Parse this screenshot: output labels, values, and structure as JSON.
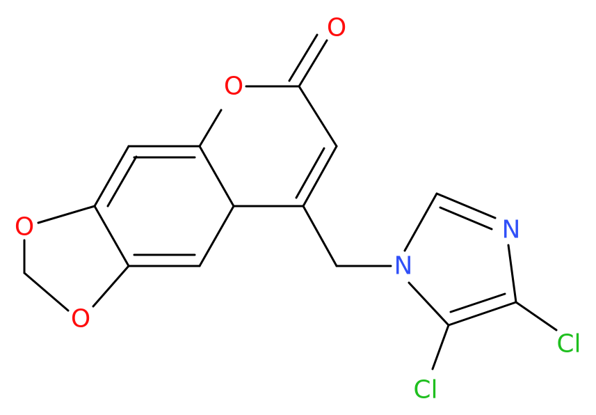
{
  "molecule": {
    "colors": {
      "bond": "#000000",
      "oxygen": "#ff0d0d",
      "nitrogen": "#3050f8",
      "chlorine": "#1fbf1f"
    },
    "atoms": {
      "o_carbonyl": {
        "label": "O",
        "element": "oxygen"
      },
      "o_ring": {
        "label": "O",
        "element": "oxygen"
      },
      "o_dioxole_top": {
        "label": "O",
        "element": "oxygen"
      },
      "o_dioxole_bottom": {
        "label": "O",
        "element": "oxygen"
      },
      "n_imidazole_3": {
        "label": "N",
        "element": "nitrogen"
      },
      "n_imidazole_1": {
        "label": "N",
        "element": "nitrogen"
      },
      "cl_4": {
        "label": "Cl",
        "element": "chlorine"
      },
      "cl_5": {
        "label": "Cl",
        "element": "chlorine"
      }
    }
  }
}
